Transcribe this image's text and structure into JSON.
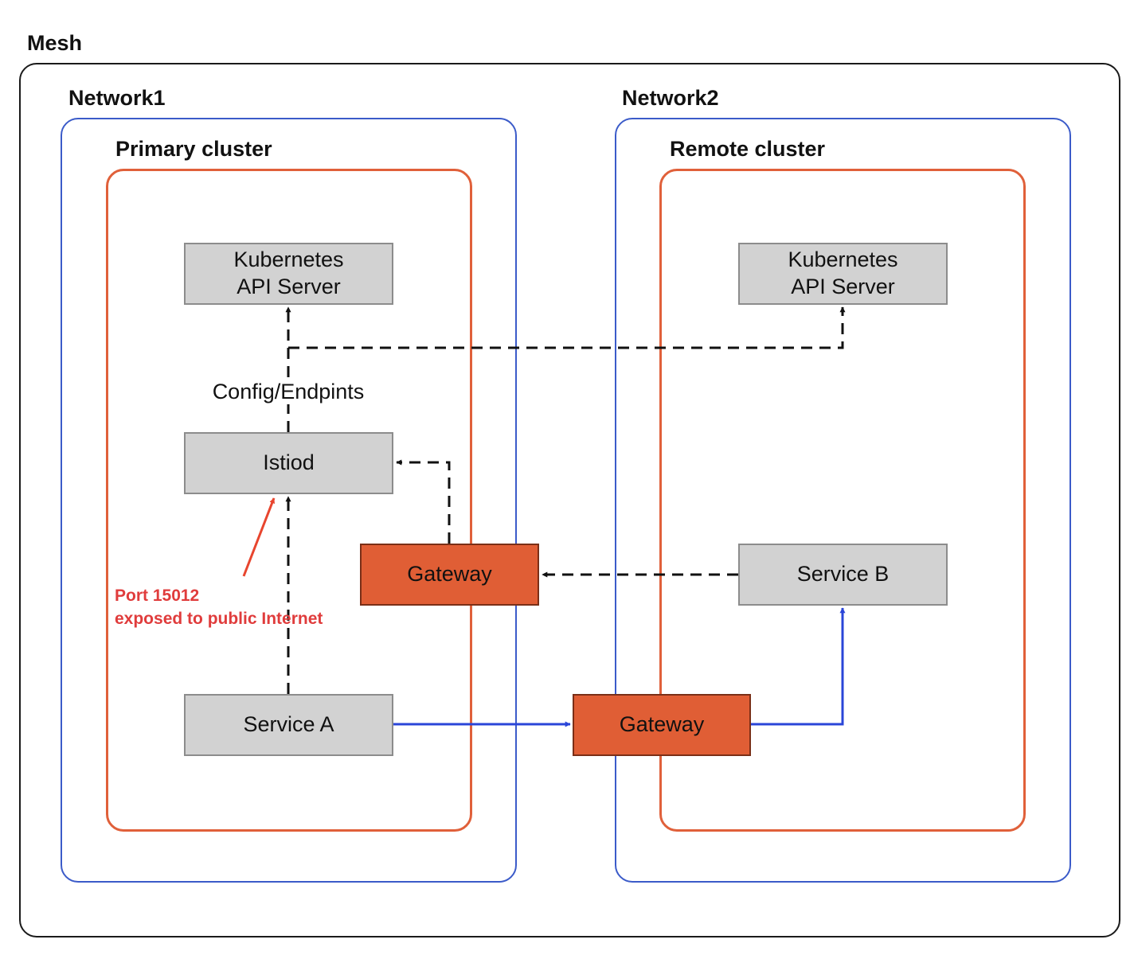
{
  "mesh": {
    "title": "Mesh"
  },
  "networks": [
    {
      "title": "Network1",
      "cluster": {
        "title": "Primary cluster",
        "nodes": {
          "api_server": {
            "line1": "Kubernetes",
            "line2": "API Server"
          },
          "istiod": {
            "label": "Istiod"
          },
          "gateway": {
            "label": "Gateway"
          },
          "service": {
            "label": "Service A"
          }
        },
        "edge_label": "Config/Endpints",
        "warning": {
          "line1": "Port 15012",
          "line2": "exposed to public Internet"
        }
      }
    },
    {
      "title": "Network2",
      "cluster": {
        "title": "Remote cluster",
        "nodes": {
          "api_server": {
            "line1": "Kubernetes",
            "line2": "API Server"
          },
          "gateway": {
            "label": "Gateway"
          },
          "service": {
            "label": "Service B"
          }
        }
      }
    }
  ],
  "colors": {
    "mesh_border": "#1a1a1a",
    "network_border": "#3b5bc9",
    "cluster_border": "#e0603a",
    "node_fill": "#d2d2d2",
    "gateway_fill": "#e05e35",
    "control_plane_edge": "#111111",
    "data_plane_edge": "#2a45d8",
    "warning": "#e03c3c"
  }
}
